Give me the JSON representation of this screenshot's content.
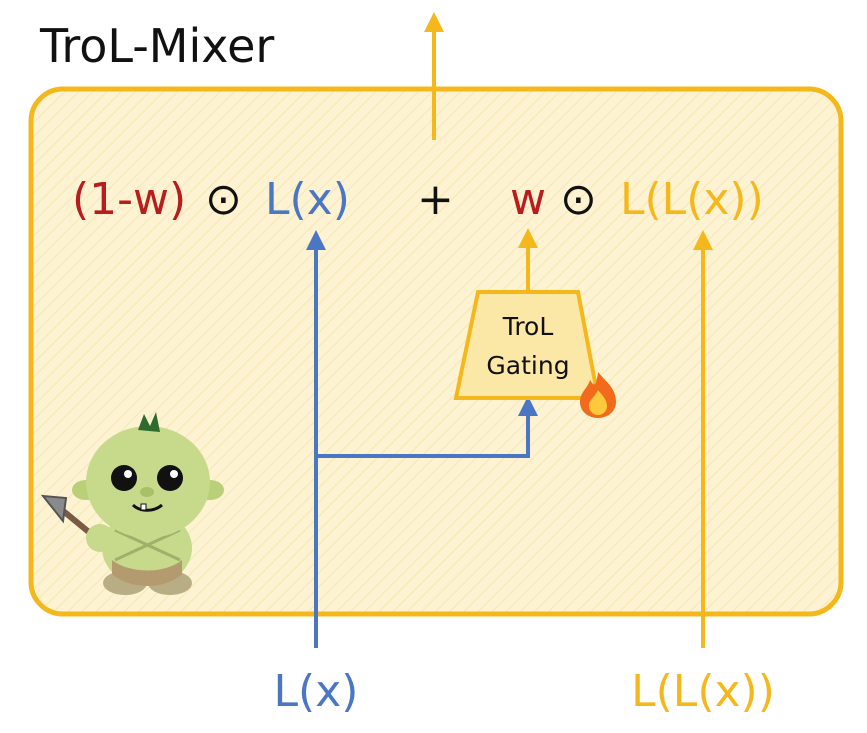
{
  "title": "TroL-Mixer",
  "formula": {
    "one_minus_w": "(1-w)",
    "odot_1": "⊙",
    "lx": "L(x)",
    "plus": "+",
    "w": "w",
    "odot_2": "⊙",
    "llx": "L(L(x))"
  },
  "gate": {
    "line1": "TroL",
    "line2": "Gating",
    "fire_icon": "fire-icon"
  },
  "inputs": {
    "lx": "L(x)",
    "llx": "L(L(x))"
  },
  "mascot_icon": "troll-mascot",
  "colors": {
    "orange": "#f5b81c",
    "box_fill": "#fdf3d2",
    "blue": "#4a76c4",
    "red": "#b81c1c",
    "dark": "#111111"
  }
}
